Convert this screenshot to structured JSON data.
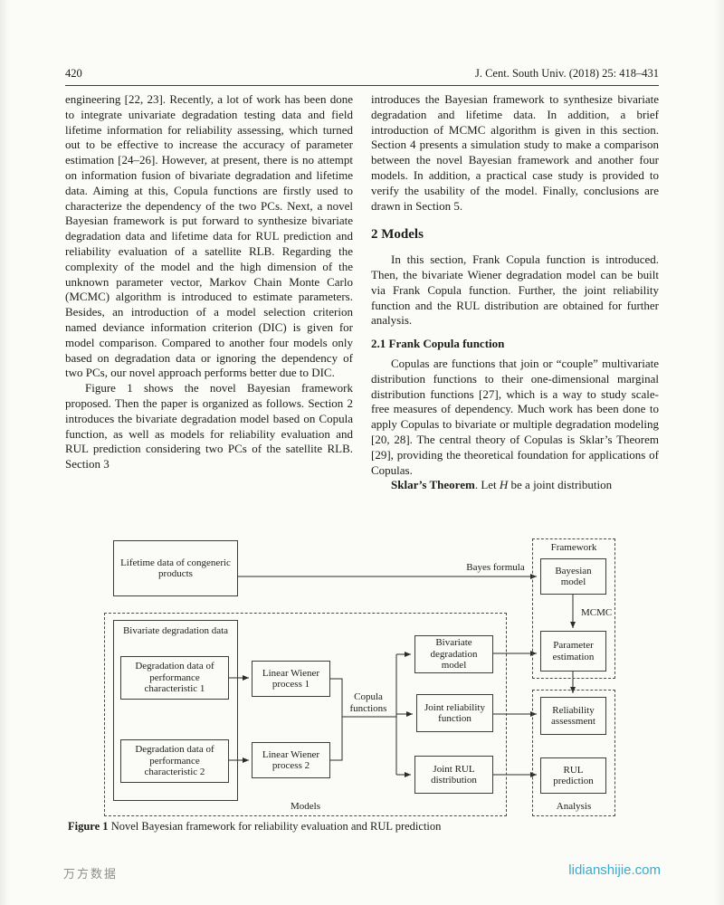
{
  "page": {
    "header": {
      "page_number": "420",
      "journal_ref": "J. Cent. South Univ. (2018) 25: 418–431"
    },
    "left_column": {
      "para1": "engineering [22, 23]. Recently, a lot of work has been done to integrate univariate degradation testing data and field lifetime information for reliability assessing, which turned out to be effective to increase the accuracy of parameter estimation [24–26]. However, at present, there is no attempt on information fusion of bivariate degradation and lifetime data. Aiming at this, Copula functions are firstly used to characterize the dependency of the two PCs. Next, a novel Bayesian framework is put forward to synthesize bivariate degradation data and lifetime data for RUL prediction and reliability evaluation of a satellite RLB. Regarding the complexity of the model and the high dimension of the unknown parameter vector, Markov Chain Monte Carlo (MCMC) algorithm is introduced to estimate parameters. Besides, an introduction of a model selection criterion named deviance information criterion (DIC) is given for model comparison. Compared to another four models only based on degradation data or ignoring the dependency of two PCs, our novel approach performs better due to DIC.",
      "para2": "Figure 1 shows the novel Bayesian framework proposed. Then the paper is organized as follows. Section 2 introduces the bivariate degradation model based on Copula function, as well as models for reliability evaluation and RUL prediction considering two PCs of the satellite RLB. Section 3"
    },
    "right_column": {
      "para1": "introduces the Bayesian framework to synthesize bivariate degradation and lifetime data. In addition, a brief introduction of MCMC algorithm is given in this section. Section 4 presents a simulation study to make a comparison between the novel Bayesian framework and another four models. In addition, a practical case study is provided to verify the usability of the model. Finally, conclusions are drawn in Section 5.",
      "section_heading": "2 Models",
      "para2": "In this section, Frank Copula function is introduced. Then, the bivariate Wiener degradation model can be built via Frank Copula function. Further, the joint reliability function and the RUL distribution are obtained for further analysis.",
      "subsection_heading": "2.1 Frank Copula function",
      "para3": "Copulas are functions that join or “couple” multivariate distribution functions to their one-dimensional marginal distribution functions [27], which is a way to study scale-free measures of dependency. Much work has been done to apply Copulas to bivariate or multiple degradation modeling [20, 28]. The central theory of Copulas is Sklar’s Theorem [29], providing the theoretical foundation for applications of Copulas.",
      "sklar": {
        "bold": "Sklar’s Theorem",
        "mid": ". Let ",
        "italic": "H",
        "rest": " be a joint distribution"
      }
    },
    "figure": {
      "caption_label": "Figure 1",
      "caption_text": " Novel Bayesian framework for reliability evaluation and RUL prediction",
      "boxes": {
        "lifetime": "Lifetime data of congeneric products",
        "bayesian_model": "Bayesian model",
        "parameter_estimation": "Parameter estimation",
        "degradation1": "Degradation data of performance characteristic 1",
        "degradation2": "Degradation data of performance characteristic 2",
        "wiener1": "Linear Wiener process 1",
        "wiener2": "Linear Wiener process 2",
        "bivariate_model": "Bivariate degradation model",
        "joint_reliability": "Joint reliability function",
        "joint_rul": "Joint RUL distribution",
        "reliability_assessment": "Reliability assessment",
        "rul_prediction": "RUL prediction"
      },
      "labels": {
        "bivariate_data": "Bivariate degradation data",
        "bayes_formula": "Bayes formula",
        "mcmc": "MCMC",
        "copula_functions": "Copula functions",
        "framework": "Framework",
        "models": "Models",
        "analysis": "Analysis"
      }
    },
    "footer": {
      "watermark": "万方数据",
      "site": "lidianshijie.com",
      "site_color": "#3aabce"
    }
  }
}
